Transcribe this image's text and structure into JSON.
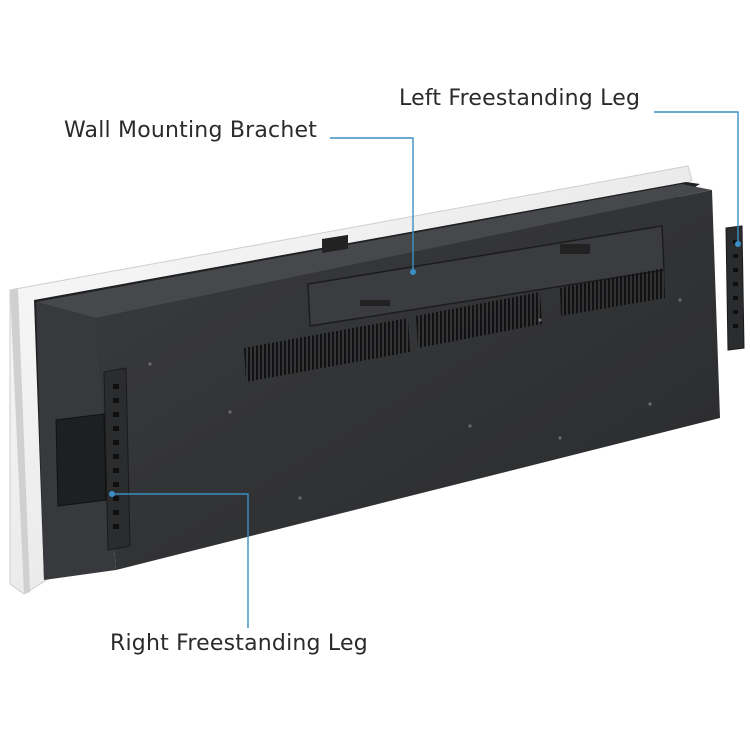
{
  "callouts": {
    "wall_bracket": "Wall Mounting Brachet",
    "left_leg": "Left Freestanding Leg",
    "right_leg": "Right Freestanding Leg"
  },
  "colors": {
    "leader_line": "#3a8fc4",
    "body": "#2e2f31",
    "frame": "#f2f2f2"
  }
}
